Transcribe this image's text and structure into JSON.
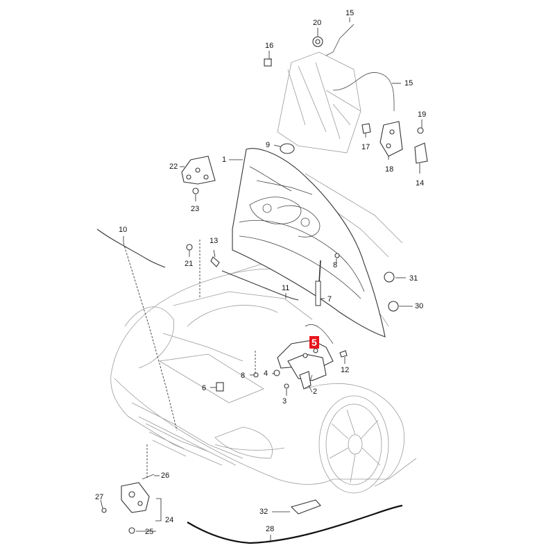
{
  "diagram": {
    "highlight_color": "#e8141c",
    "highlighted_part": "5",
    "labels": [
      "15",
      "20",
      "16",
      "15",
      "19",
      "17",
      "18",
      "14",
      "9",
      "1",
      "22",
      "23",
      "10",
      "13",
      "21",
      "8",
      "31",
      "11",
      "7",
      "30",
      "5",
      "12",
      "8",
      "4",
      "6",
      "3",
      "2",
      "26",
      "27",
      "24",
      "25",
      "32",
      "28"
    ]
  }
}
